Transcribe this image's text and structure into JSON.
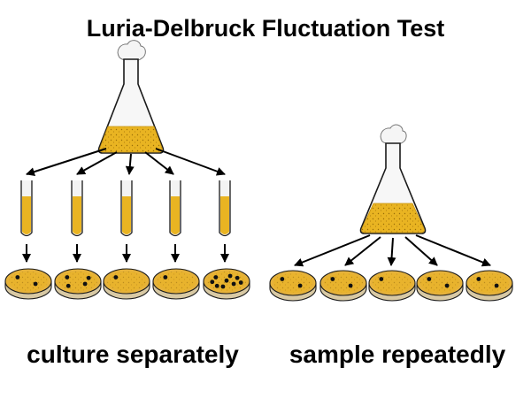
{
  "title": "Luria-Delbruck Fluctuation Test",
  "colors": {
    "culture": "#e9b422",
    "culture_dark": "#c99612",
    "glass": "#f3f3f3",
    "outline": "#1a1a1a",
    "arrow": "#000000",
    "plate_agar": "#e6b23a",
    "plate_rim": "#d8c9a4",
    "colony": "#111111",
    "cotton": "#f5f5f5"
  },
  "left_panel": {
    "caption": "culture separately",
    "flask_icon": "erlenmeyer-flask",
    "tube_count": 5,
    "colonies_per_plate": [
      2,
      4,
      1,
      1,
      9
    ]
  },
  "right_panel": {
    "caption": "sample repeatedly",
    "flask_icon": "erlenmeyer-flask",
    "colonies_per_plate": [
      2,
      2,
      1,
      2,
      2
    ]
  }
}
